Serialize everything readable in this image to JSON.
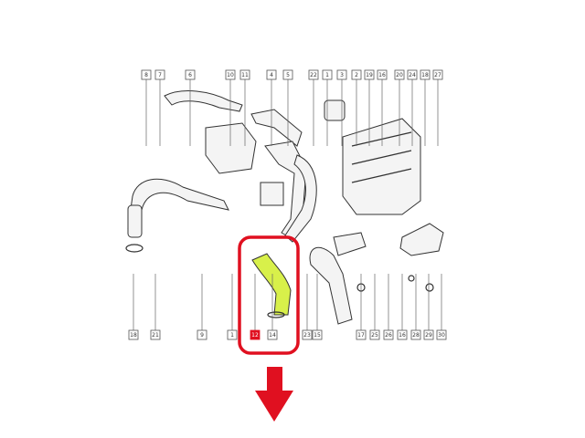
{
  "diagram": {
    "top_labels": [
      "8",
      "7",
      "6",
      "10",
      "11",
      "4",
      "5",
      "22",
      "1",
      "3",
      "2",
      "19",
      "16",
      "20",
      "24",
      "18",
      "27"
    ],
    "bottom_labels": [
      "18",
      "21",
      "9",
      "1",
      "12",
      "14",
      "23",
      "15",
      "17",
      "25",
      "26",
      "16",
      "28",
      "29",
      "30"
    ],
    "highlighted_part": "12",
    "colors": {
      "highlight_outline": "#e01020",
      "highlighted_part_fill": "#d8f04a",
      "arrow": "#e01020",
      "line_art": "#333333"
    },
    "icons": [
      "down-arrow-icon"
    ]
  }
}
